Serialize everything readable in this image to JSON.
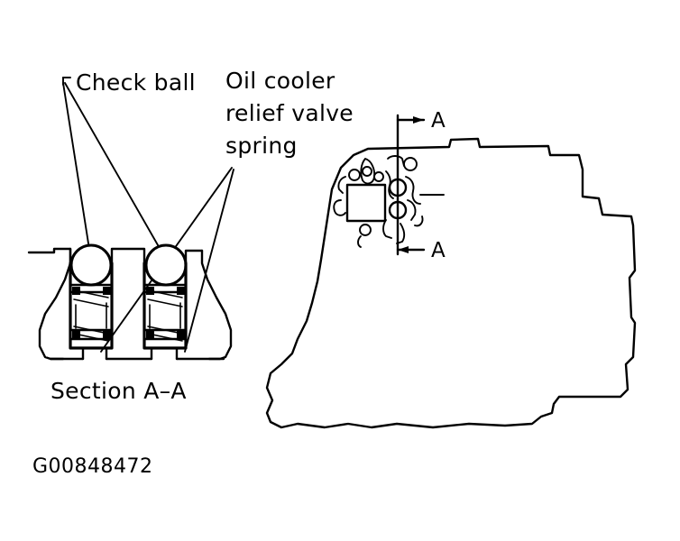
{
  "figure": {
    "id_label": "G00848472",
    "background_color": "#ffffff",
    "ink_color": "#000000",
    "type": "technical-line-drawing",
    "subject": "Automatic transmission oil pump / valve body check ball and oil cooler relief valve spring locations"
  },
  "labels": {
    "check_ball": "Check ball",
    "oil_cooler_relief_valve_spring_line1": "Oil cooler",
    "oil_cooler_relief_valve_spring_line2": "relief valve",
    "oil_cooler_relief_valve_spring_line3": "spring",
    "section_caption": "Section A–A",
    "section_letter_top": "A",
    "section_letter_bottom": "A"
  },
  "views": {
    "section_view": {
      "name": "Section A-A cross-section",
      "caption": "Section A–A",
      "assemblies": 2,
      "components": [
        "check ball",
        "spring",
        "bore",
        "outlet port",
        "casting break line"
      ]
    },
    "plan_view": {
      "name": "Valve body / case plan outline",
      "section_line_label": "A",
      "detail_cluster": "oil cooler relief valve area"
    }
  }
}
